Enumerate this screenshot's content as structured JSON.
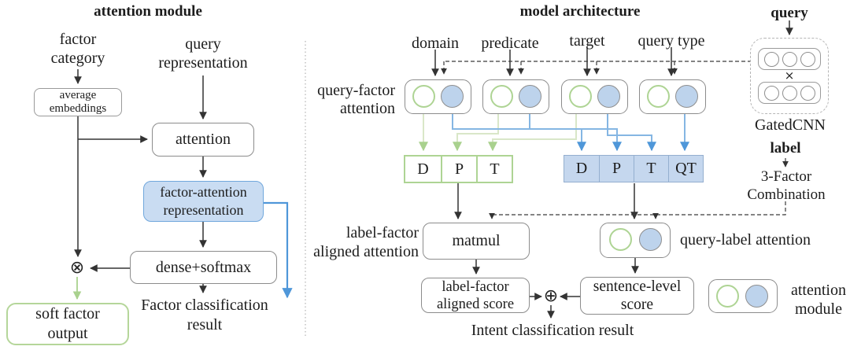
{
  "left_panel": {
    "title": "attention module",
    "factor_category_label": "factor category",
    "query_representation_label": "query representation",
    "average_embeddings_box": "average embeddings",
    "attention_box": "attention",
    "factor_attention_box": "factor-attention representation",
    "dense_softmax_box": "dense+softmax",
    "soft_factor_output_box": "soft factor output",
    "factor_result_label": "Factor classification result",
    "multiply_operator": "⊗"
  },
  "right_panel": {
    "title": "model architecture",
    "factor_inputs": [
      "domain",
      "predicate",
      "target",
      "query type"
    ],
    "query_factor_attention_label": "query-factor attention",
    "query_label": "query",
    "gated_cnn_label": "GatedCNN",
    "gated_cnn_times": "×",
    "label_input": "label",
    "combination_label": "3-Factor Combination",
    "green_factor_cells": [
      "D",
      "P",
      "T"
    ],
    "blue_factor_cells": [
      "D",
      "P",
      "T",
      "QT"
    ],
    "label_factor_attention_label": "label-factor aligned attention",
    "matmul_box": "matmul",
    "label_factor_score_box": "label-factor aligned score",
    "query_label_attention_label": "query-label attention",
    "sentence_score_box": "sentence-level score",
    "plus_operator": "⊕",
    "intent_result_label": "Intent classification result",
    "legend_label": "attention module"
  },
  "colors": {
    "green_accent": "#a9d18e",
    "green_connector": "#d9e7c8",
    "blue_accent": "#5b9bd5",
    "blue_connector": "#85b6e3",
    "blue_fill": "#c9dcf2",
    "blue_cell_fill": "#c5d7ee",
    "box_border": "#8c8c8c"
  }
}
